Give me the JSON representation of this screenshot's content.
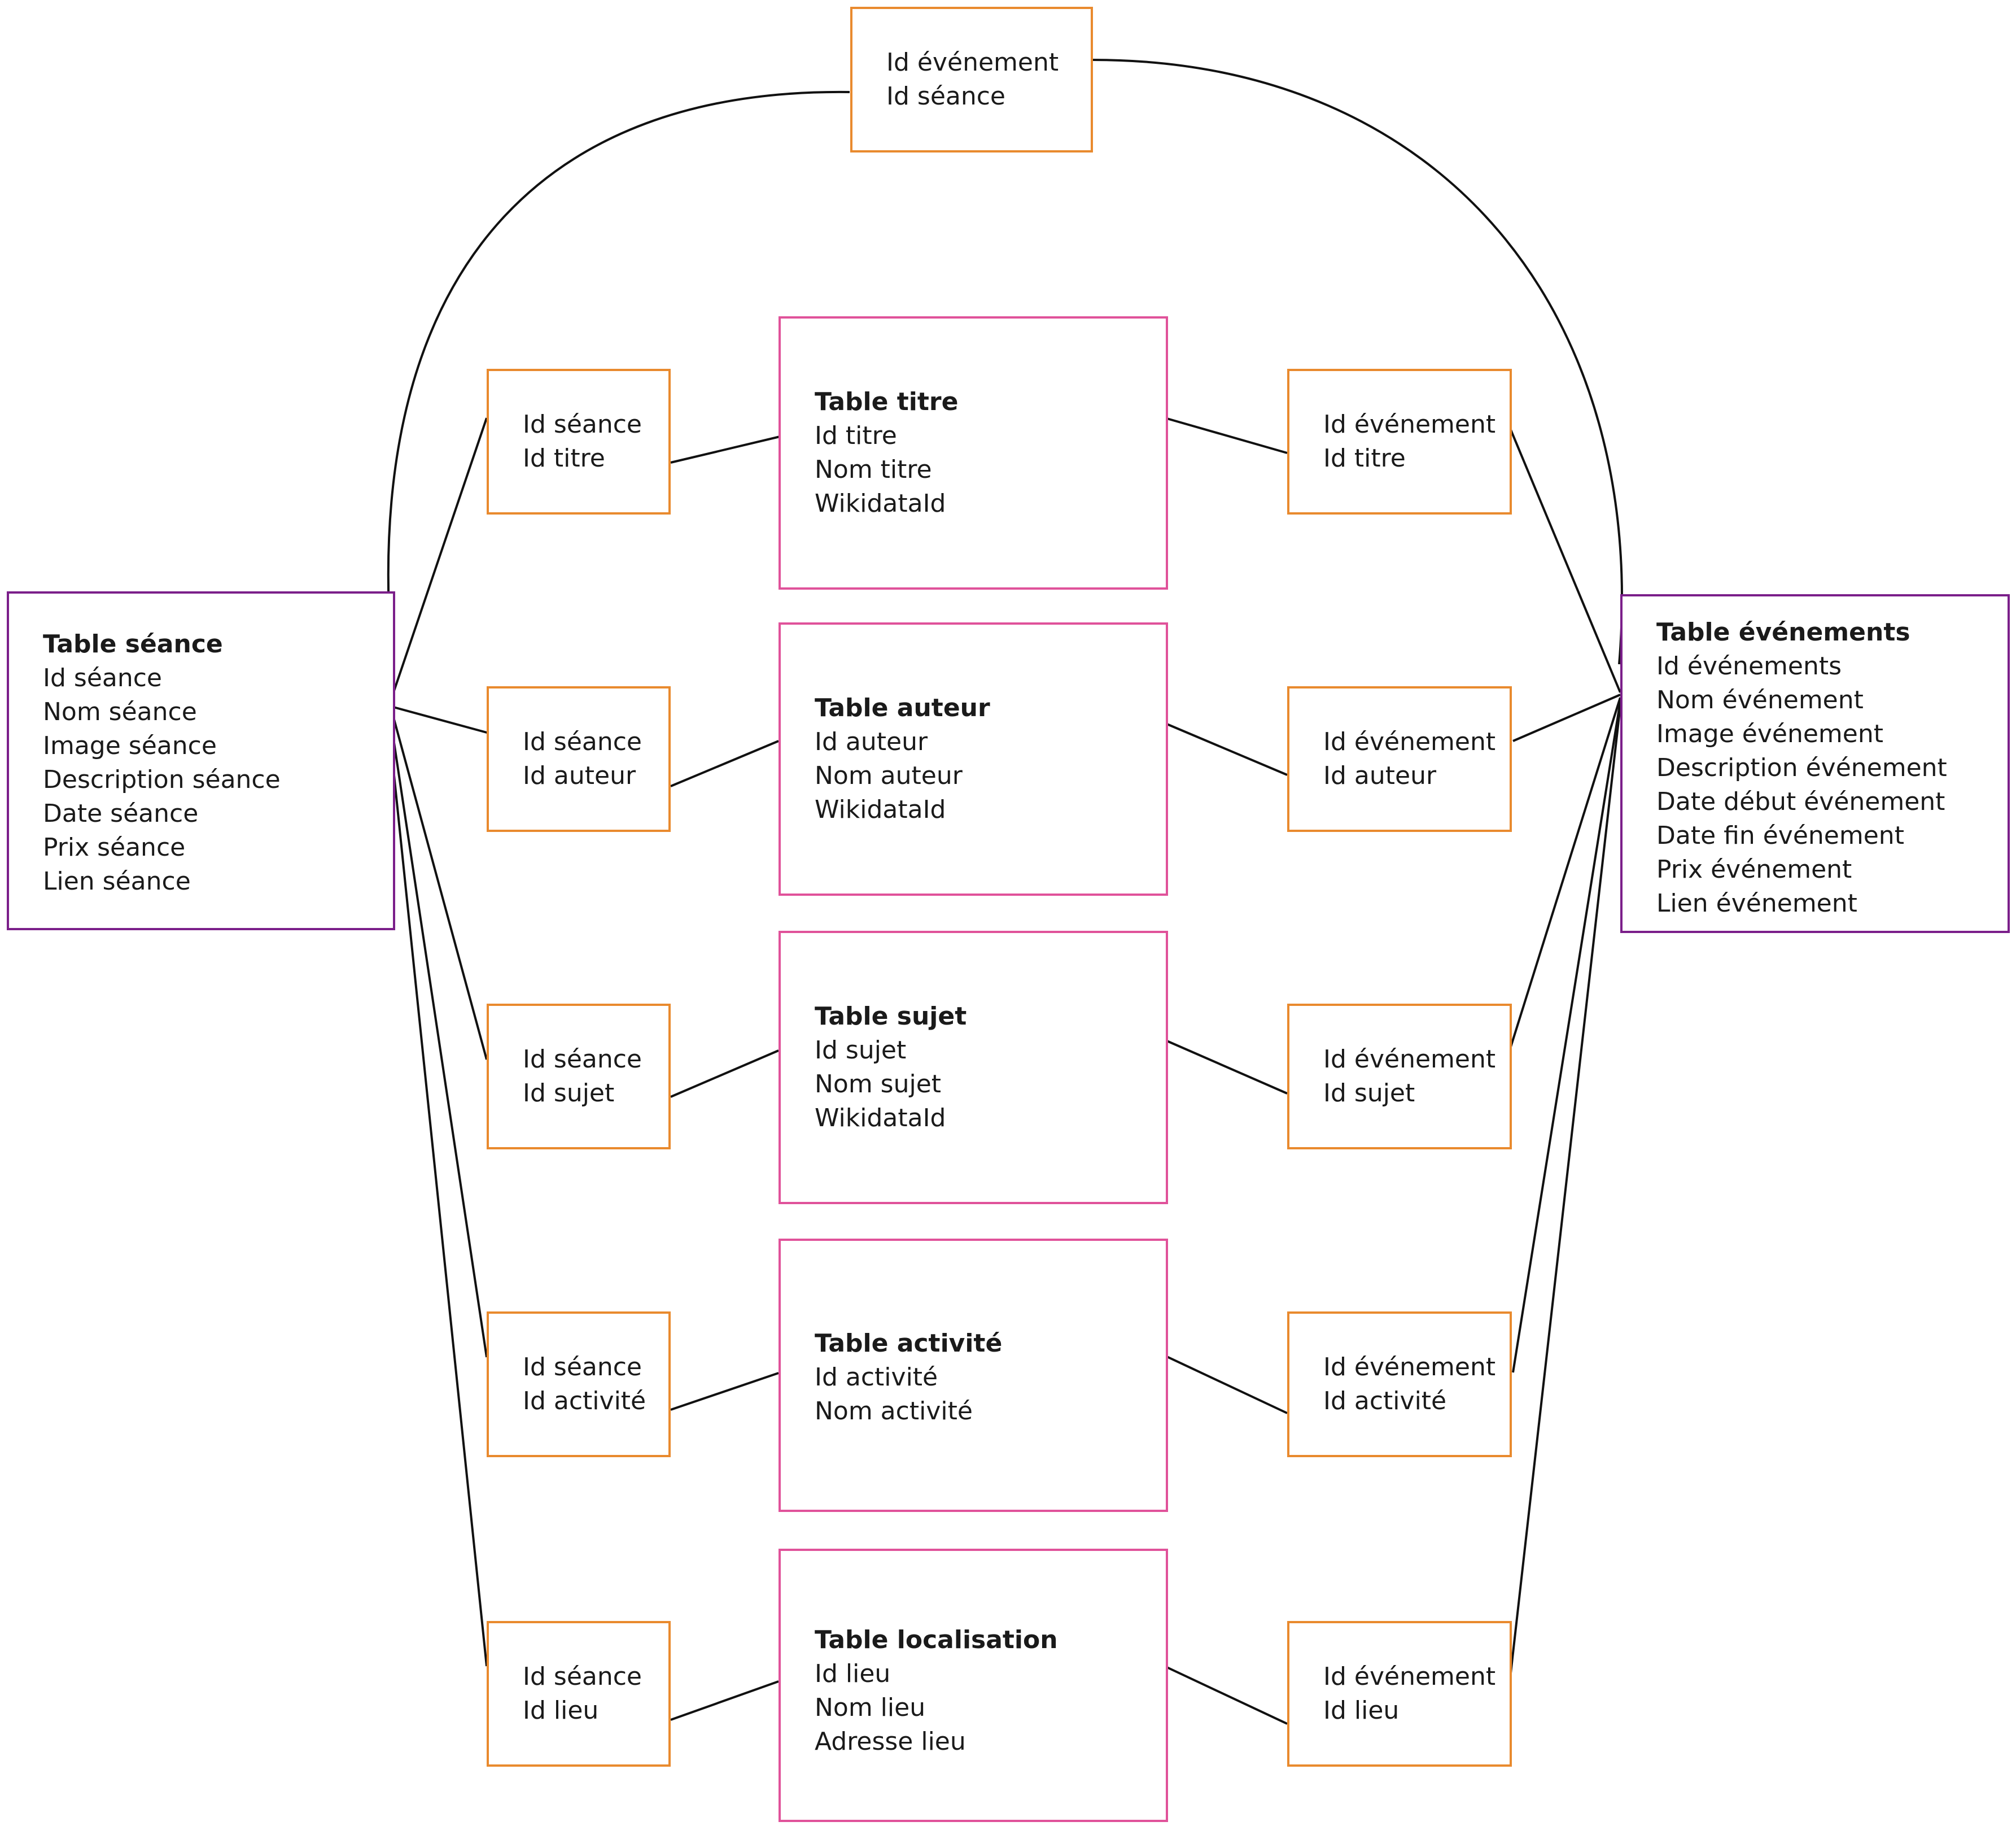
{
  "colors": {
    "main_table": "#7b1f8a",
    "entity_table": "#e0529a",
    "junction_table": "#e98a2e",
    "connector": "#111111"
  },
  "diagram": {
    "seance": {
      "title": "Table séance",
      "fields": [
        "Id séance",
        "Nom séance",
        "Image séance",
        "Description séance",
        "Date séance",
        "Prix séance",
        "Lien séance"
      ]
    },
    "evenements": {
      "title": "Table événements",
      "fields": [
        "Id événements",
        "Nom événement",
        "Image événement",
        "Description événement",
        "Date début événement",
        "Date fin événement",
        "Prix événement",
        "Lien événement"
      ]
    },
    "top_link": {
      "fields": [
        "Id événement",
        "Id séance"
      ]
    },
    "titre": {
      "title": "Table titre",
      "fields": [
        "Id titre",
        "Nom titre",
        "WikidataId"
      ],
      "seance_link": [
        "Id séance",
        "Id titre"
      ],
      "evenement_link": [
        "Id événement",
        "Id titre"
      ]
    },
    "auteur": {
      "title": "Table auteur",
      "fields": [
        "Id auteur",
        "Nom auteur",
        "WikidataId"
      ],
      "seance_link": [
        "Id séance",
        "Id auteur"
      ],
      "evenement_link": [
        "Id événement",
        "Id auteur"
      ]
    },
    "sujet": {
      "title": "Table sujet",
      "fields": [
        "Id sujet",
        "Nom sujet",
        "WikidataId"
      ],
      "seance_link": [
        "Id séance",
        "Id sujet"
      ],
      "evenement_link": [
        "Id événement",
        "Id sujet"
      ]
    },
    "activite": {
      "title": "Table activité",
      "fields": [
        "Id activité",
        "Nom activité"
      ],
      "seance_link": [
        "Id séance",
        "Id activité"
      ],
      "evenement_link": [
        "Id événement",
        "Id activité"
      ]
    },
    "localisation": {
      "title": "Table localisation",
      "fields": [
        "Id lieu",
        "Nom lieu",
        "Adresse lieu"
      ],
      "seance_link": [
        "Id séance",
        "Id lieu"
      ],
      "evenement_link": [
        "Id événement",
        "Id lieu"
      ]
    }
  }
}
